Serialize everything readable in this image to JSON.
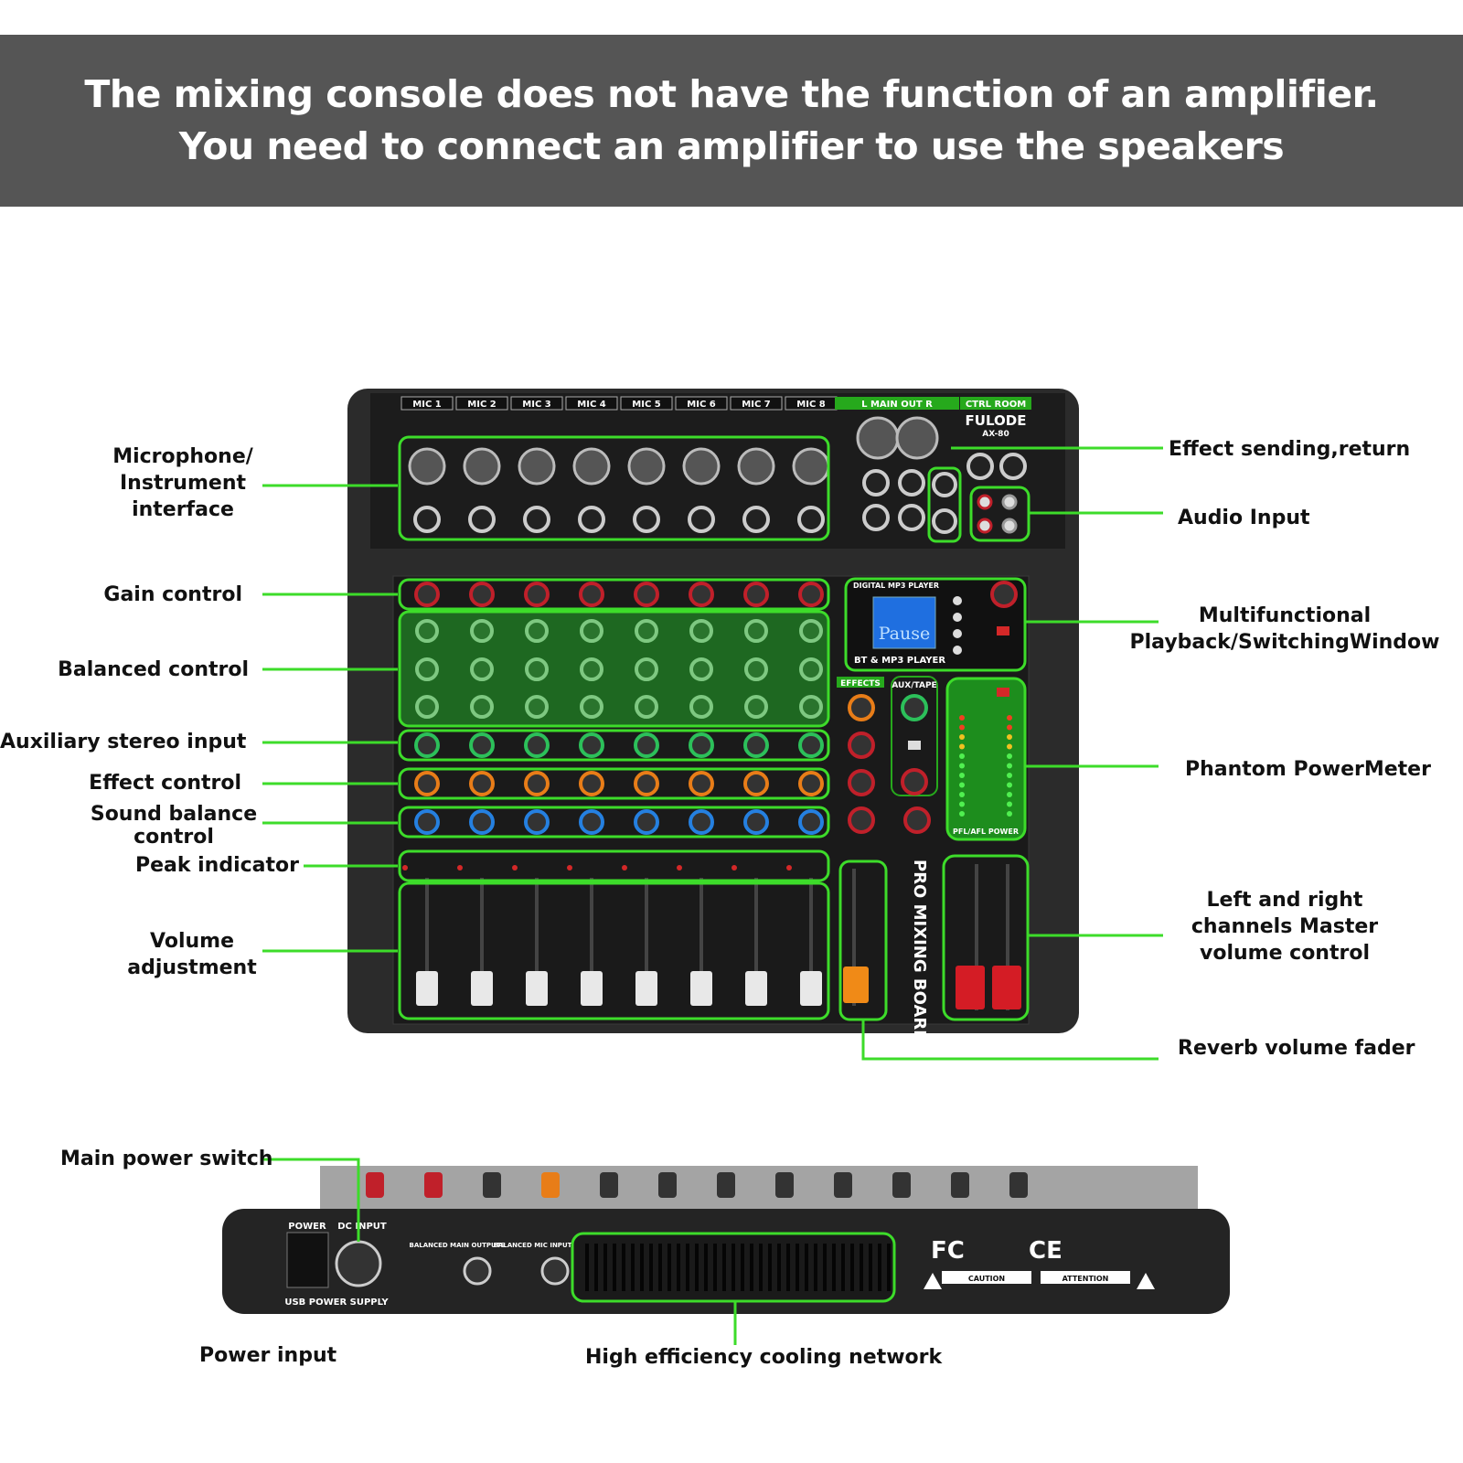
{
  "banner": {
    "line1": "The mixing console does not have the function of an amplifier.",
    "line2": "You need to connect an amplifier to use the speakers"
  },
  "colors": {
    "banner_bg": "#555555",
    "accent_green": "#3ddc2a",
    "device_body": "#2b2b2b",
    "device_panel": "#1a1a1a"
  },
  "callouts": {
    "mic_interface": [
      "Microphone/",
      "Instrument",
      "interface"
    ],
    "gain": "Gain control",
    "balanced": "Balanced control",
    "aux_stereo": "Auxiliary stereo input",
    "effect": "Effect control",
    "sound_balance": [
      "Sound balance",
      "control"
    ],
    "peak": "Peak indicator",
    "volume": [
      "Volume",
      "adjustment"
    ],
    "effect_send": "Effect sending,return",
    "audio_input": "Audio Input",
    "multifunction": [
      "Multifunctional",
      "Playback/SwitchingWindow"
    ],
    "phantom": "Phantom PowerMeter",
    "master_volume": [
      "Left and right",
      "channels Master",
      "volume control"
    ],
    "reverb": "Reverb volume fader",
    "main_power": "Main power switch",
    "power_input": "Power input",
    "cooling": "High efficiency cooling network"
  },
  "device": {
    "channel_labels": [
      "MIC 1",
      "MIC 2",
      "MIC 3",
      "MIC 4",
      "MIC 5",
      "MIC 6",
      "MIC 7",
      "MIC 8"
    ],
    "main_out_label": "L  MAIN OUT R",
    "ctrl_room_label": "CTRL ROOM",
    "brand": "FULODE",
    "model": "AX-80",
    "player_title": "DIGITAL MP3 PLAYER",
    "player_status": "Pause",
    "player_caption": "BT & MP3 PLAYER",
    "effects_label": "EFFECTS",
    "aux_tape_label": "AUX/TAPE",
    "board_name": "PRO MIXING BOARD",
    "pfl_power": "PFL/AFL   POWER",
    "rear_power": "POWER",
    "rear_dc_input": "DC INPUT",
    "rear_usb_power": "USB POWER SUPPLY",
    "rear_balanced_out": "BALANCED MAIN OUTPUTS",
    "rear_balanced_in": "BALANCED MIC INPUTS",
    "rear_caution": "CAUTION",
    "rear_attention": "ATTENTION"
  }
}
